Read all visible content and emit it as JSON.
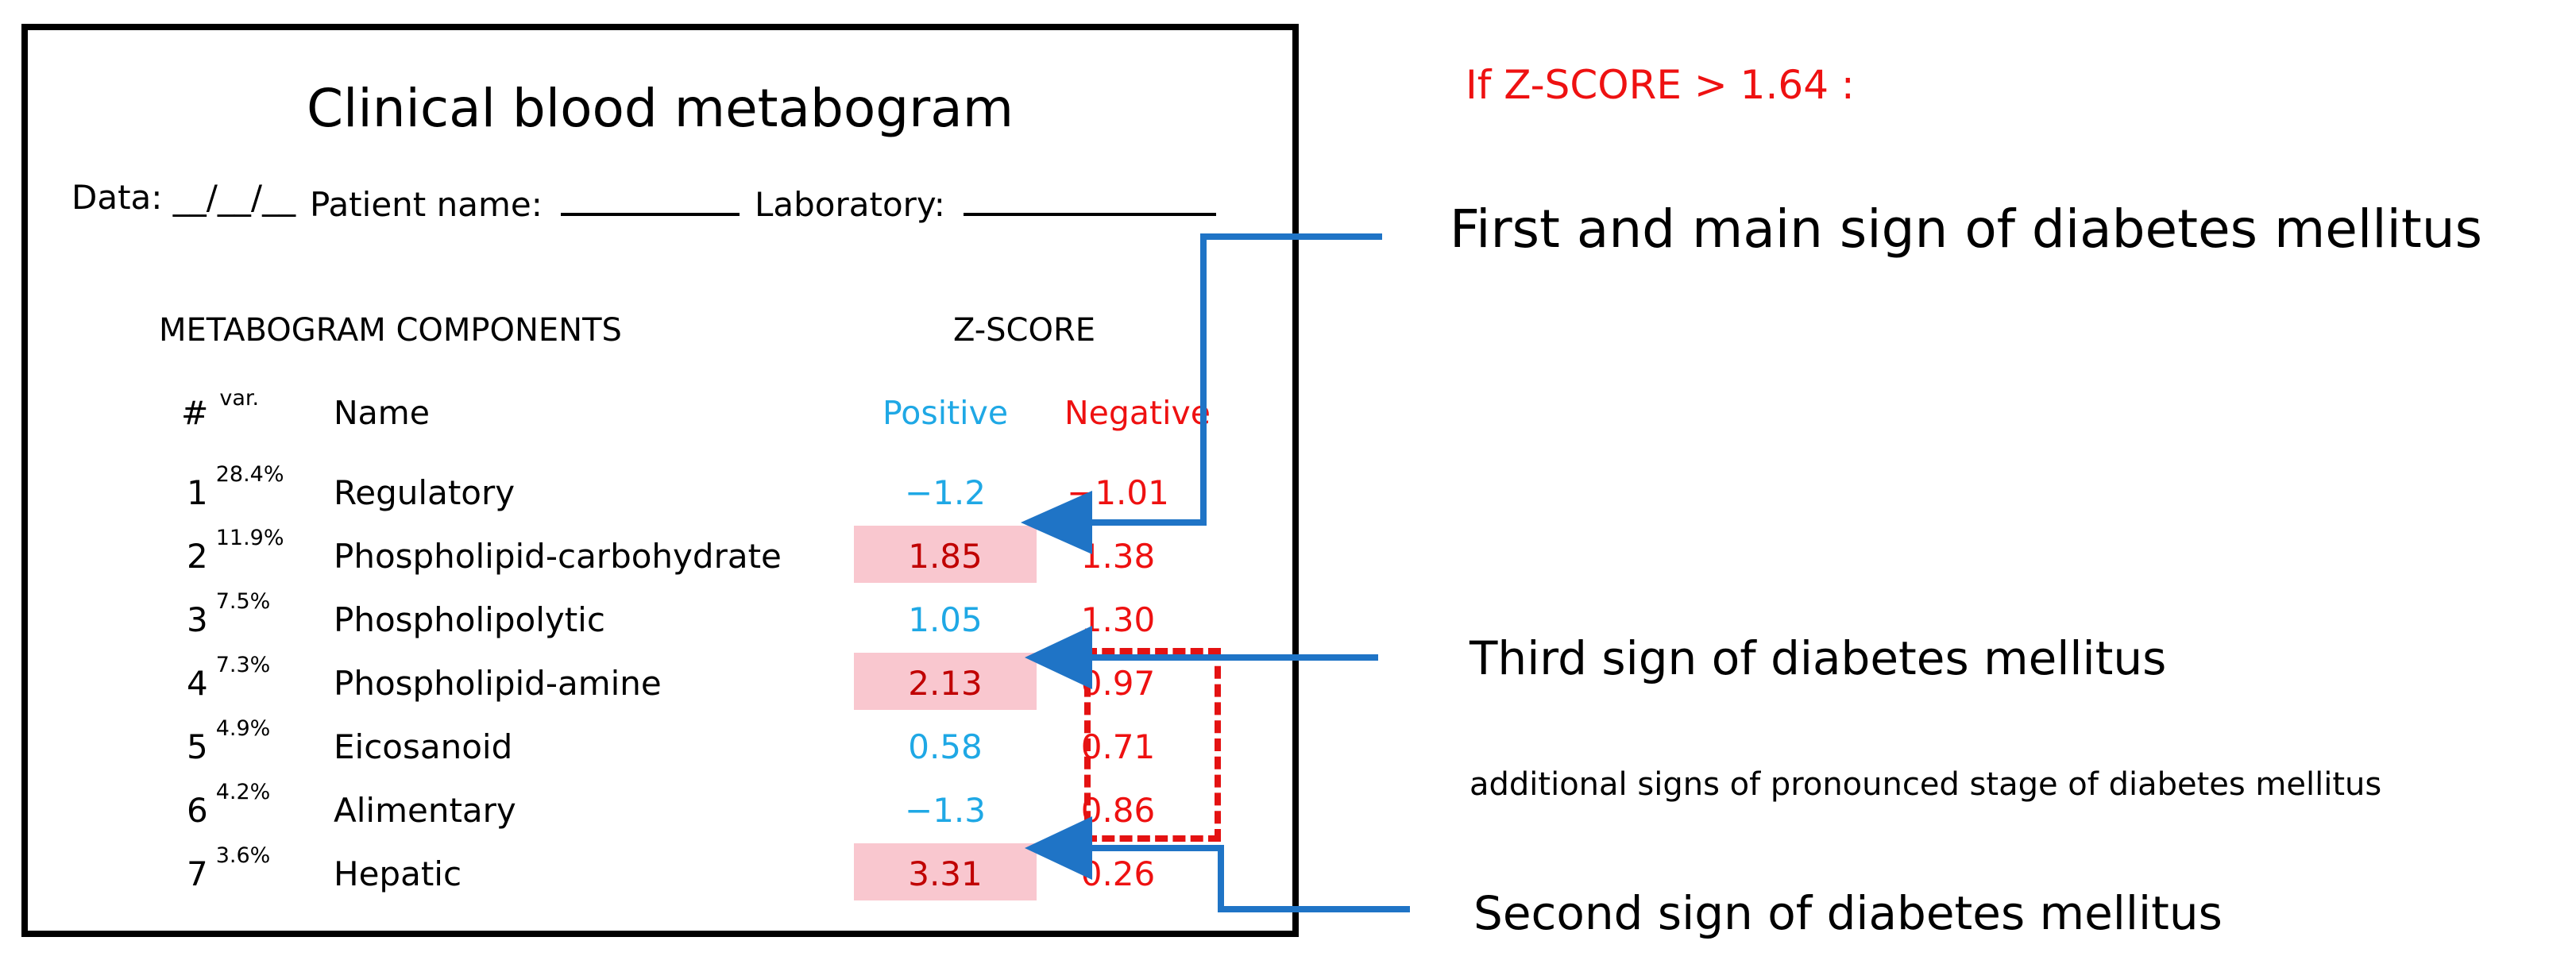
{
  "form": {
    "title": "Clinical blood metabogram",
    "date_label": "Data: __/__/__",
    "patient_label": "Patient name:",
    "laboratory_label": "Laboratory:"
  },
  "table": {
    "components_header": "METABOGRAM COMPONENTS",
    "zscore_header": "Z-SCORE",
    "index_header": "#",
    "var_header": "var.",
    "name_header": "Name",
    "positive_header": "Positive",
    "negative_header": "Negative",
    "rows": [
      {
        "index": "1",
        "var": "28.4%",
        "name": "Regulatory",
        "positive": "−1.2",
        "negative": "−1.01",
        "highlight": false
      },
      {
        "index": "2",
        "var": "11.9%",
        "name": "Phospholipid-carbohydrate",
        "positive": "1.85",
        "negative": "1.38",
        "highlight": true
      },
      {
        "index": "3",
        "var": "7.5%",
        "name": "Phospholipolytic",
        "positive": "1.05",
        "negative": "1.30",
        "highlight": false
      },
      {
        "index": "4",
        "var": "7.3%",
        "name": "Phospholipid-amine",
        "positive": "2.13",
        "negative": "0.97",
        "highlight": true
      },
      {
        "index": "5",
        "var": "4.9%",
        "name": "Eicosanoid",
        "positive": "0.58",
        "negative": "0.71",
        "highlight": false
      },
      {
        "index": "6",
        "var": "4.2%",
        "name": "Alimentary",
        "positive": "−1.3",
        "negative": "0.86",
        "highlight": false
      },
      {
        "index": "7",
        "var": "3.6%",
        "name": "Hepatic",
        "positive": "3.31",
        "negative": "0.26",
        "highlight": true
      }
    ]
  },
  "annotations": {
    "condition": "If Z-SCORE > 1.64 :",
    "first_sign": "First and main sign of diabetes mellitus",
    "second_sign": "Second sign of diabetes mellitus",
    "third_sign": "Third sign of diabetes mellitus",
    "additional_signs": "additional signs of pronounced stage of diabetes mellitus"
  },
  "colors": {
    "positive": "#1fa8e5",
    "negative": "#ee1111",
    "highlight_fill": "#f9c7cf",
    "arrow": "#1f74c6",
    "dashed_box": "#e41212"
  }
}
